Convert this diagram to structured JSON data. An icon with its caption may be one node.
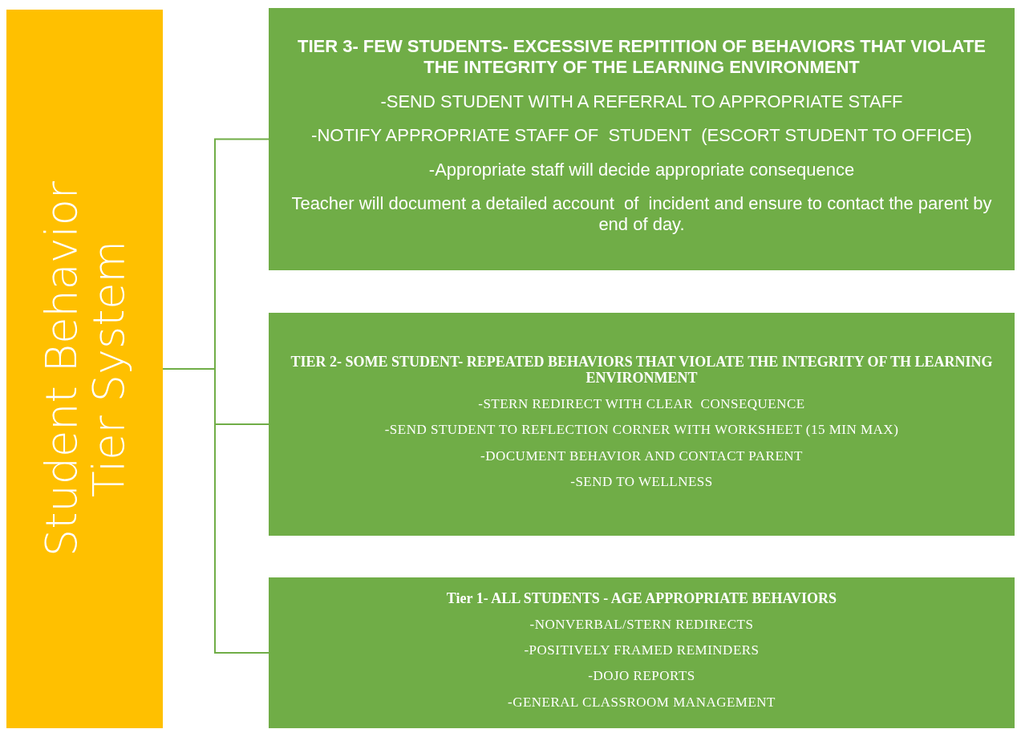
{
  "diagram": {
    "nodes": [
      {
        "text": [
          "Student Behavior Tier System"
        ]
      },
      {
        "text": [
          "TIER 3- FEW STUDENTS- EXCESSIVE REPITITION OF BEHAVIORS THAT VIOLATE THE INTEGRITY OF THE LEARNING ENVIRONMENT",
          "-SEND STUDENT WITH A REFERRAL TO APPROPRIATE STAFF",
          "-NOTIFY APPROPRIATE STAFF OF  STUDENT  (ESCORT STUDENT TO OFFICE)",
          "-Appropriate staff will decide appropriate consequence",
          "Teacher will document a detailed account  of  incident and ensure to contact the parent by end of day."
        ]
      },
      {
        "text": [
          "TIER 2- SOME STUDENT- REPEATED BEHAVIORS THAT VIOLATE THE INTEGRITY OF TH LEARNING ENVIRONMENT",
          "-STERN REDIRECT WITH CLEAR  CONSEQUENCE",
          "-SEND STUDENT TO REFLECTION CORNER WITH WORKSHEET (15 MIN MAX)",
          "-DOCUMENT BEHAVIOR AND CONTACT PARENT",
          "-SEND TO WELLNESS"
        ]
      },
      {
        "text": [
          "Tier 1- ALL STUDENTS - AGE APPROPRIATE BEHAVIORS",
          "-NONVERBAL/STERN REDIRECTS",
          "-POSITIVELY FRAMED REMINDERS",
          "-DOJO REPORTS",
          "-GENERAL CLASSROOM MANAGEMENT"
        ]
      }
    ],
    "edges": [
      {
        "from": 0,
        "to": 1,
        "arrow": "none"
      },
      {
        "from": 0,
        "to": 2,
        "arrow": "none"
      },
      {
        "from": 0,
        "to": 3,
        "arrow": "none"
      }
    ]
  }
}
